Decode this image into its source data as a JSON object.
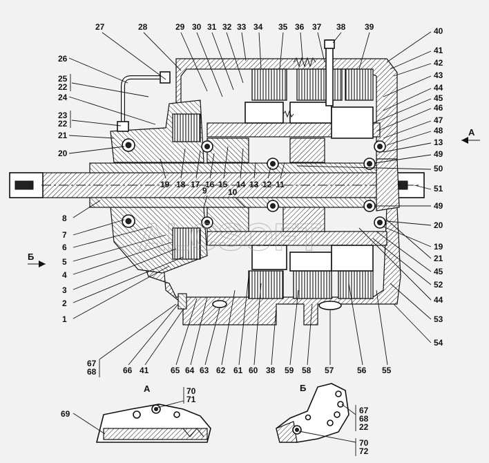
{
  "watermark": "ALCSOFT",
  "section_labels": {
    "view_a": "А",
    "view_b": "Б"
  },
  "callouts": {
    "top": [
      "27",
      "28",
      "29",
      "30",
      "31",
      "32",
      "33",
      "34",
      "35",
      "36",
      "37",
      "38",
      "39"
    ],
    "right": [
      "40",
      "41",
      "42",
      "43",
      "44",
      "45",
      "46",
      "47",
      "48",
      "13",
      "49",
      "50",
      "51",
      "49",
      "20",
      "19",
      "21",
      "45",
      "52",
      "44",
      "53",
      "54"
    ],
    "left": [
      "26",
      "25",
      "22",
      "24",
      "23",
      "22",
      "21",
      "20",
      "8",
      "7",
      "6",
      "5",
      "4",
      "3",
      "2",
      "1"
    ],
    "bottom": [
      "67",
      "68",
      "66",
      "41",
      "65",
      "64",
      "63",
      "62",
      "61",
      "60",
      "38",
      "59",
      "58",
      "57",
      "56",
      "55"
    ],
    "inner": [
      "19",
      "18",
      "17",
      "16",
      "15",
      "14",
      "13",
      "12",
      "11",
      "9",
      "10"
    ]
  },
  "view_a": {
    "title": "А",
    "callouts": [
      "69",
      "70",
      "71"
    ]
  },
  "view_b": {
    "title": "Б",
    "callouts": [
      "67",
      "68",
      "22",
      "70",
      "72"
    ]
  }
}
